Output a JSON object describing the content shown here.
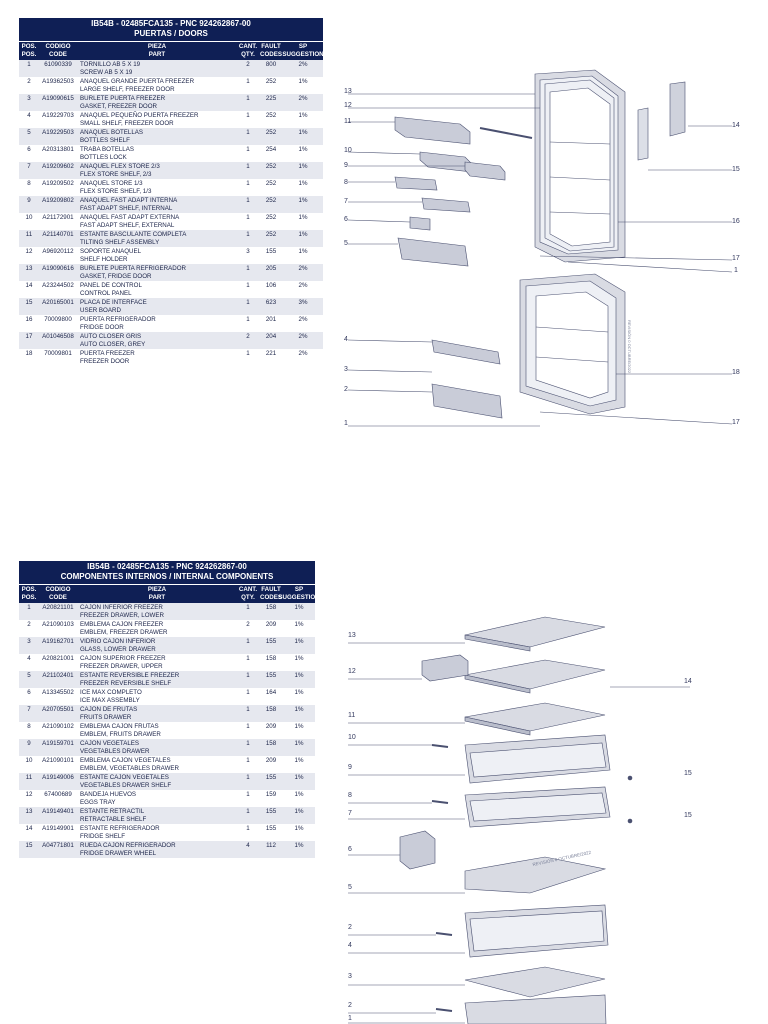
{
  "doors": {
    "title_line1": "IB54B - 02485FCA135 - PNC 924262867-00",
    "title_line2": "PUERTAS / DOORS",
    "headers": {
      "pos_es": "POS.",
      "pos_en": "POS.",
      "code_es": "CODIGO",
      "code_en": "CODE",
      "part_es": "PIEZA",
      "part_en": "PART",
      "qty_es": "CANT.",
      "qty_en": "QTY.",
      "fault_es": "FAULT",
      "fault_en": "CODES",
      "sp": "SP SUGGESTION"
    },
    "rows": [
      {
        "pos": "1",
        "code": "61090339",
        "es": "TORNILLO AB 5 X 19",
        "en": "SCREW AB 5 X 19",
        "qty": "2",
        "fault": "800",
        "sp": "2%"
      },
      {
        "pos": "2",
        "code": "A19362503",
        "es": "ANAQUEL GRANDE PUERTA FREEZER",
        "en": "LARGE SHELF, FREEZER DOOR",
        "qty": "1",
        "fault": "252",
        "sp": "1%"
      },
      {
        "pos": "3",
        "code": "A19090615",
        "es": "BURLETE PUERTA FREEZER",
        "en": "GASKET, FREEZER DOOR",
        "qty": "1",
        "fault": "225",
        "sp": "2%"
      },
      {
        "pos": "4",
        "code": "A19229703",
        "es": "ANAQUEL PEQUEÑO PUERTA FREEZER",
        "en": "SMALL SHELF, FREEZER DOOR",
        "qty": "1",
        "fault": "252",
        "sp": "1%"
      },
      {
        "pos": "5",
        "code": "A19229503",
        "es": "ANAQUEL BOTELLAS",
        "en": "BOTTLES SHELF",
        "qty": "1",
        "fault": "252",
        "sp": "1%"
      },
      {
        "pos": "6",
        "code": "A20313801",
        "es": "TRABA BOTELLAS",
        "en": "BOTTLES LOCK",
        "qty": "1",
        "fault": "254",
        "sp": "1%"
      },
      {
        "pos": "7",
        "code": "A19209602",
        "es": "ANAQUEL FLEX STORE 2/3",
        "en": "FLEX STORE SHELF, 2/3",
        "qty": "1",
        "fault": "252",
        "sp": "1%"
      },
      {
        "pos": "8",
        "code": "A19209502",
        "es": "ANAQUEL STORE 1/3",
        "en": "FLEX STORE SHELF, 1/3",
        "qty": "1",
        "fault": "252",
        "sp": "1%"
      },
      {
        "pos": "9",
        "code": "A19209802",
        "es": "ANAQUEL FAST ADAPT INTERNA",
        "en": "FAST ADAPT SHELF, INTERNAL",
        "qty": "1",
        "fault": "252",
        "sp": "1%"
      },
      {
        "pos": "10",
        "code": "A21172901",
        "es": "ANAQUEL FAST ADAPT EXTERNA",
        "en": "FAST ADAPT SHELF, EXTERNAL",
        "qty": "1",
        "fault": "252",
        "sp": "1%"
      },
      {
        "pos": "11",
        "code": "A21140701",
        "es": "ESTANTE BASCULANTE COMPLETA",
        "en": "TILTING SHELF ASSEMBLY",
        "qty": "1",
        "fault": "252",
        "sp": "1%"
      },
      {
        "pos": "12",
        "code": "A96920112",
        "es": "SOPORTE ANAQUEL",
        "en": "SHELF HOLDER",
        "qty": "3",
        "fault": "155",
        "sp": "1%"
      },
      {
        "pos": "13",
        "code": "A19090616",
        "es": "BURLETE PUERTA REFRIGERADOR",
        "en": "GASKET, FRIDGE DOOR",
        "qty": "1",
        "fault": "205",
        "sp": "2%"
      },
      {
        "pos": "14",
        "code": "A23244502",
        "es": "PANEL DE CONTROL",
        "en": "CONTROL PANEL",
        "qty": "1",
        "fault": "106",
        "sp": "2%"
      },
      {
        "pos": "15",
        "code": "A20165001",
        "es": "PLACA DE INTERFACE",
        "en": "USER BOARD",
        "qty": "1",
        "fault": "623",
        "sp": "3%"
      },
      {
        "pos": "16",
        "code": "70009800",
        "es": "PUERTA REFRIGERADOR",
        "en": "FRIDGE DOOR",
        "qty": "1",
        "fault": "201",
        "sp": "2%"
      },
      {
        "pos": "17",
        "code": "A01046508",
        "es": "AUTO CLOSER GRIS",
        "en": "AUTO CLOSER, GREY",
        "qty": "2",
        "fault": "204",
        "sp": "2%"
      },
      {
        "pos": "18",
        "code": "70009801",
        "es": "PUERTA FREEZER",
        "en": "FREEZER DOOR",
        "qty": "1",
        "fault": "221",
        "sp": "2%"
      }
    ]
  },
  "internal": {
    "title_line1": "IB54B - 02485FCA135 - PNC 924262867-00",
    "title_line2": "COMPONENTES INTERNOS / INTERNAL COMPONENTS",
    "headers": {
      "pos_es": "POS.",
      "pos_en": "POS.",
      "code_es": "CODIGO",
      "code_en": "CODE",
      "part_es": "PIEZA",
      "part_en": "PART",
      "qty_es": "CANT.",
      "qty_en": "QTY.",
      "fault_es": "FAULT",
      "fault_en": "CODES",
      "sp": "SP SUGGESTION"
    },
    "rows": [
      {
        "pos": "1",
        "code": "A20821101",
        "es": "CAJON INFERIOR FREEZER",
        "en": "FREEZER DRAWER, LOWER",
        "qty": "1",
        "fault": "158",
        "sp": "1%"
      },
      {
        "pos": "2",
        "code": "A21090103",
        "es": "EMBLEMA CAJON FREEZER",
        "en": "EMBLEM, FREEZER DRAWER",
        "qty": "2",
        "fault": "209",
        "sp": "1%"
      },
      {
        "pos": "3",
        "code": "A19162701",
        "es": "VIDRIO CAJON INFERIOR",
        "en": "GLASS, LOWER DRAWER",
        "qty": "1",
        "fault": "155",
        "sp": "1%"
      },
      {
        "pos": "4",
        "code": "A20821001",
        "es": "CAJON SUPERIOR FREEZER",
        "en": "FREEZER DRAWER, UPPER",
        "qty": "1",
        "fault": "158",
        "sp": "1%"
      },
      {
        "pos": "5",
        "code": "A21102401",
        "es": "ESTANTE REVERSIBLE FREEZER",
        "en": "FREEZER REVERSIBLE SHELF",
        "qty": "1",
        "fault": "155",
        "sp": "1%"
      },
      {
        "pos": "6",
        "code": "A13345502",
        "es": "ICE MAX COMPLETO",
        "en": "ICE MAX ASSEMBLY",
        "qty": "1",
        "fault": "164",
        "sp": "1%"
      },
      {
        "pos": "7",
        "code": "A20705501",
        "es": "CAJON DE FRUTAS",
        "en": "FRUITS DRAWER",
        "qty": "1",
        "fault": "158",
        "sp": "1%"
      },
      {
        "pos": "8",
        "code": "A21090102",
        "es": "EMBLEMA CAJON FRUTAS",
        "en": "EMBLEM, FRUITS DRAWER",
        "qty": "1",
        "fault": "209",
        "sp": "1%"
      },
      {
        "pos": "9",
        "code": "A19159701",
        "es": "CAJON VEGETALES",
        "en": "VEGETABLES DRAWER",
        "qty": "1",
        "fault": "158",
        "sp": "1%"
      },
      {
        "pos": "10",
        "code": "A21090101",
        "es": "EMBLEMA CAJON VEGETALES",
        "en": "EMBLEM, VEGETABLES DRAWER",
        "qty": "1",
        "fault": "209",
        "sp": "1%"
      },
      {
        "pos": "11",
        "code": "A19149006",
        "es": "ESTANTE CAJON VEGETALES",
        "en": "VEGETABLES DRAWER SHELF",
        "qty": "1",
        "fault": "155",
        "sp": "1%"
      },
      {
        "pos": "12",
        "code": "67400689",
        "es": "BANDEJA HUEVOS",
        "en": "EGGS TRAY",
        "qty": "1",
        "fault": "159",
        "sp": "1%"
      },
      {
        "pos": "13",
        "code": "A19149401",
        "es": "ESTANTE RETRACTIL",
        "en": "RETRACTABLE SHELF",
        "qty": "1",
        "fault": "155",
        "sp": "1%"
      },
      {
        "pos": "14",
        "code": "A19149901",
        "es": "ESTANTE REFRIGERADOR",
        "en": "FRIDGE SHELF",
        "qty": "1",
        "fault": "155",
        "sp": "1%"
      },
      {
        "pos": "15",
        "code": "A04771801",
        "es": "RUEDA CAJON REFRIGERADOR",
        "en": "FRIDGE DRAWER WHEEL",
        "qty": "4",
        "fault": "112",
        "sp": "1%"
      }
    ]
  },
  "diagram1": {
    "stamp": "REVISIÓN 0 OCTUBRE/2022",
    "callouts": {
      "c1": "1",
      "c2": "2",
      "c3": "3",
      "c4": "4",
      "c5": "5",
      "c6": "6",
      "c7": "7",
      "c8": "8",
      "c9": "9",
      "c10": "10",
      "c11": "11",
      "c12": "12",
      "c13": "13",
      "c14": "14",
      "c15": "15",
      "c16": "16",
      "c17a": "17",
      "c17b": "17",
      "c18": "18",
      "c1b": "1"
    }
  },
  "diagram2": {
    "stamp": "REVISIÓN 0 OCTUBRE/2022",
    "callouts": {
      "c1": "1",
      "c2a": "2",
      "c2b": "2",
      "c3": "3",
      "c4": "4",
      "c5": "5",
      "c6": "6",
      "c7": "7",
      "c8": "8",
      "c9": "9",
      "c10": "10",
      "c11": "11",
      "c12": "12",
      "c13": "13",
      "c14": "14",
      "c15a": "15",
      "c15b": "15"
    }
  },
  "colors": {
    "navy": "#0f1f55",
    "stripe": "#e6e8ef",
    "line": "#4a5070"
  }
}
